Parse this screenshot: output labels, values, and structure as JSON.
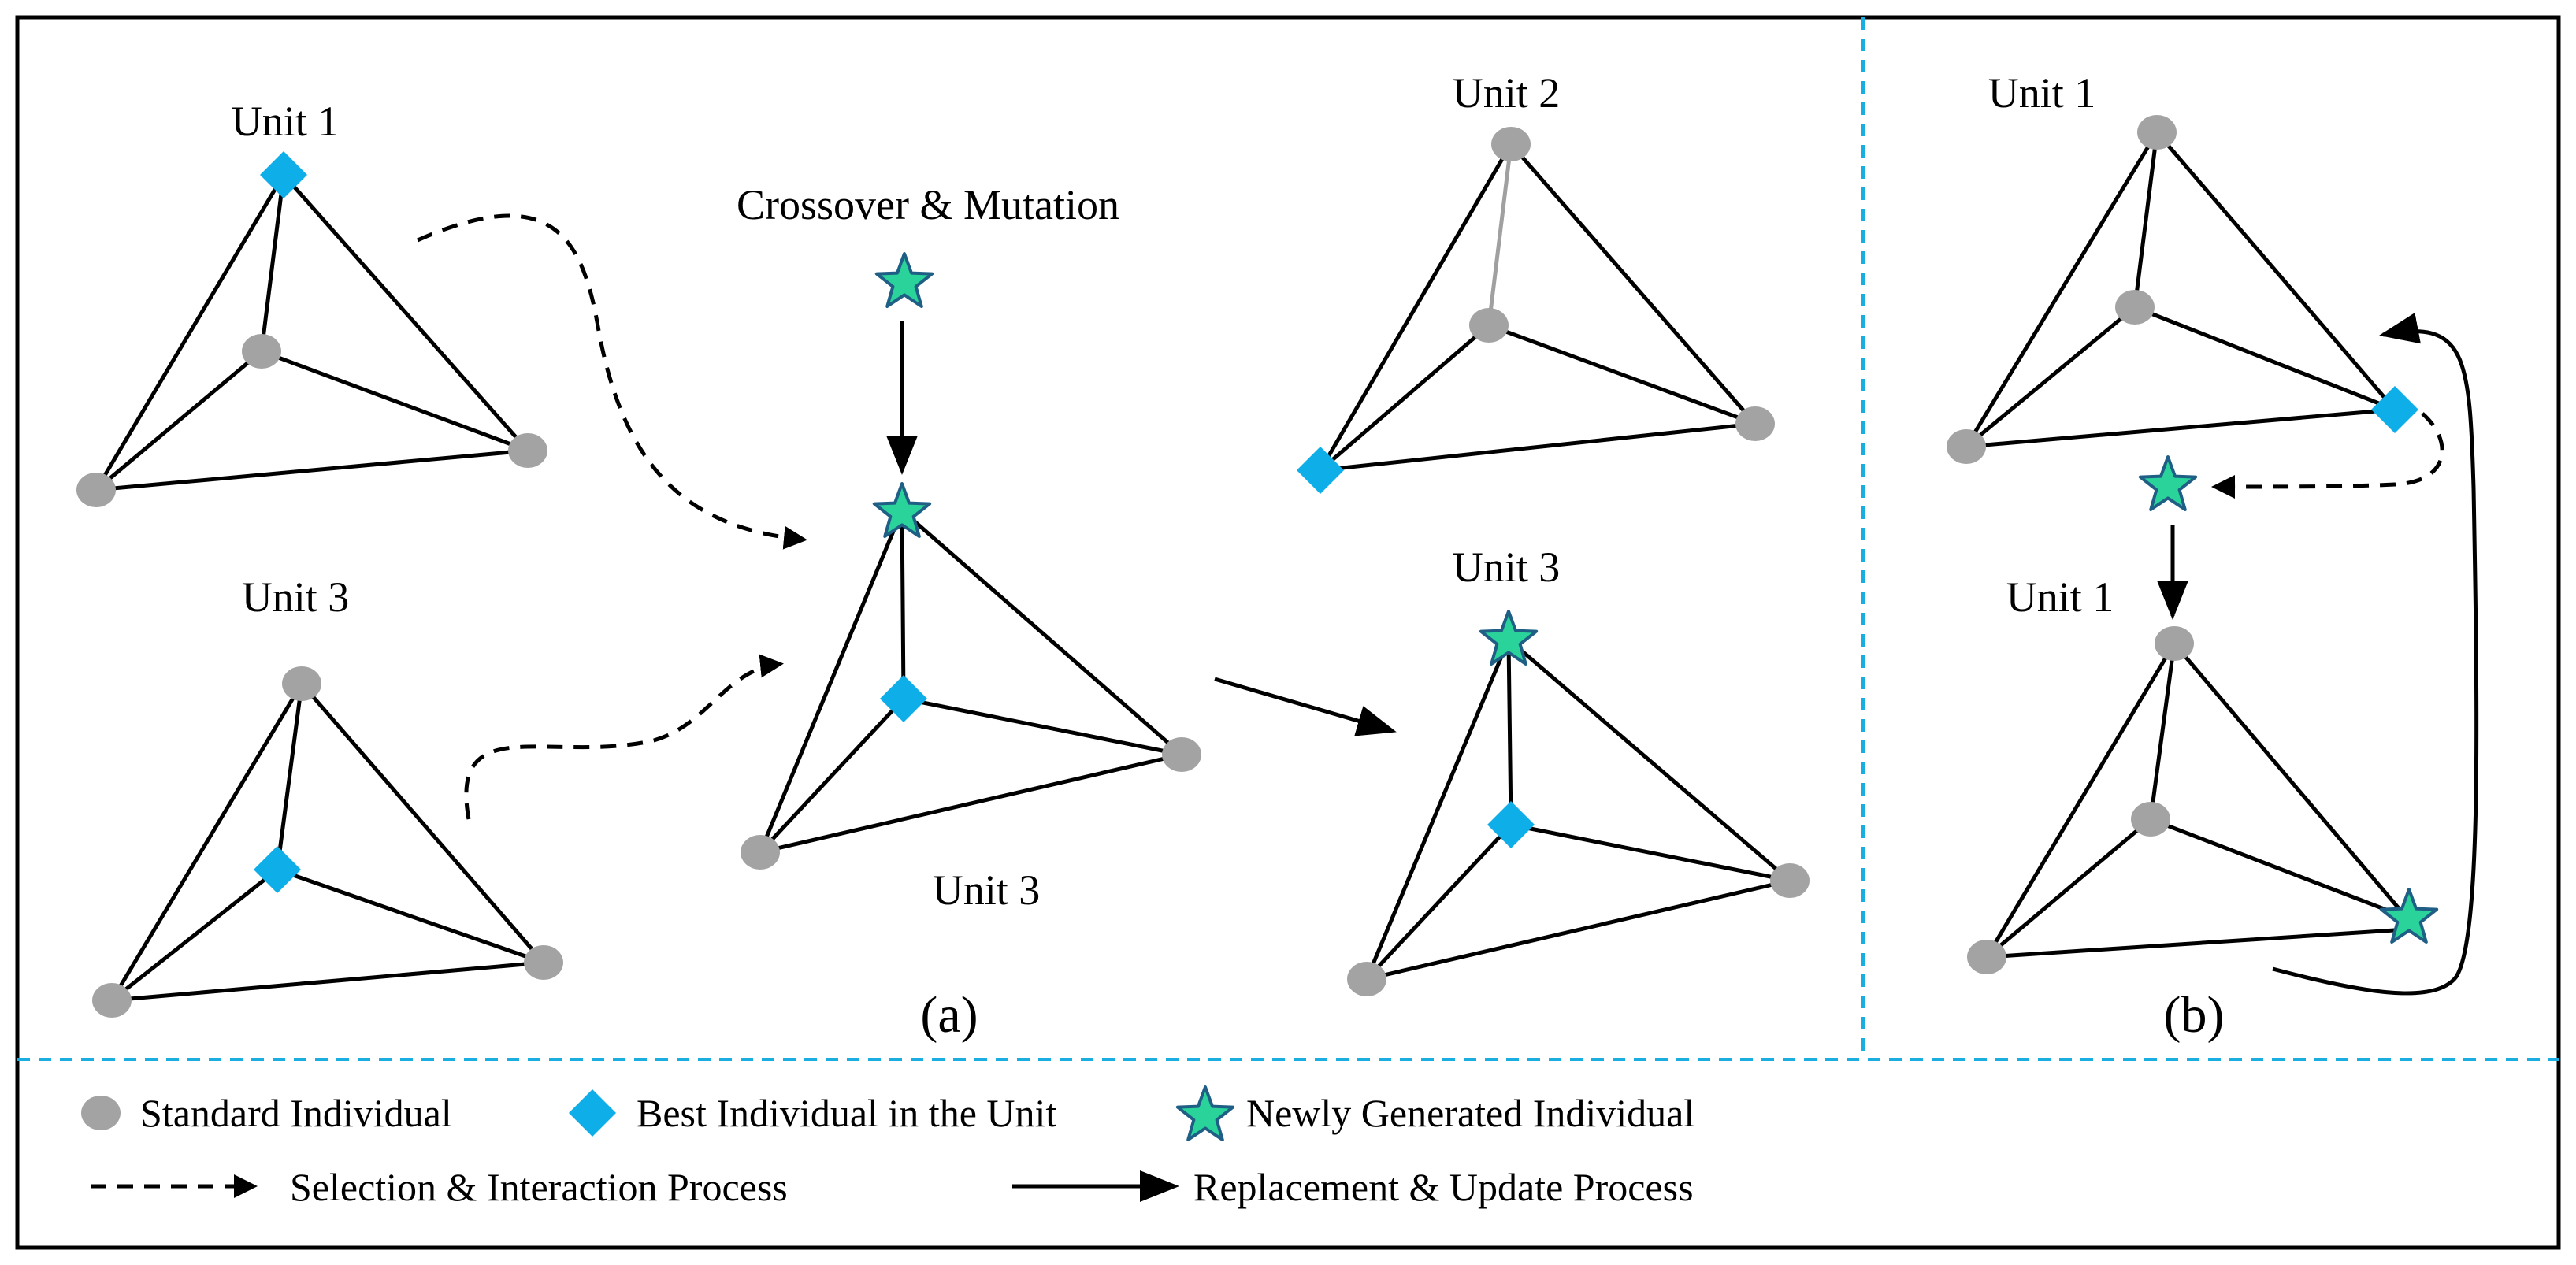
{
  "panel_a": {
    "label": "(a)",
    "unit_top_left": "Unit 1",
    "unit_bottom_left": "Unit 3",
    "operation": "Crossover & Mutation",
    "unit_center": "Unit 3",
    "unit_top_right": "Unit 2",
    "unit_bottom_right": "Unit 3"
  },
  "panel_b": {
    "label": "(b)",
    "unit_top": "Unit 1",
    "unit_bottom": "Unit 1"
  },
  "legend": {
    "standard": "Standard Individual",
    "best": "Best Individual in the Unit",
    "new": "Newly Generated Individual",
    "selection": "Selection & Interaction Process",
    "replacement": "Replacement & Update Process"
  },
  "colors": {
    "standard_individual": "#a3a3a3",
    "best_individual": "#0eaee8",
    "new_individual": "#2ad39a",
    "star_outline": "#1f5f86",
    "divider": "#1aaee0"
  }
}
